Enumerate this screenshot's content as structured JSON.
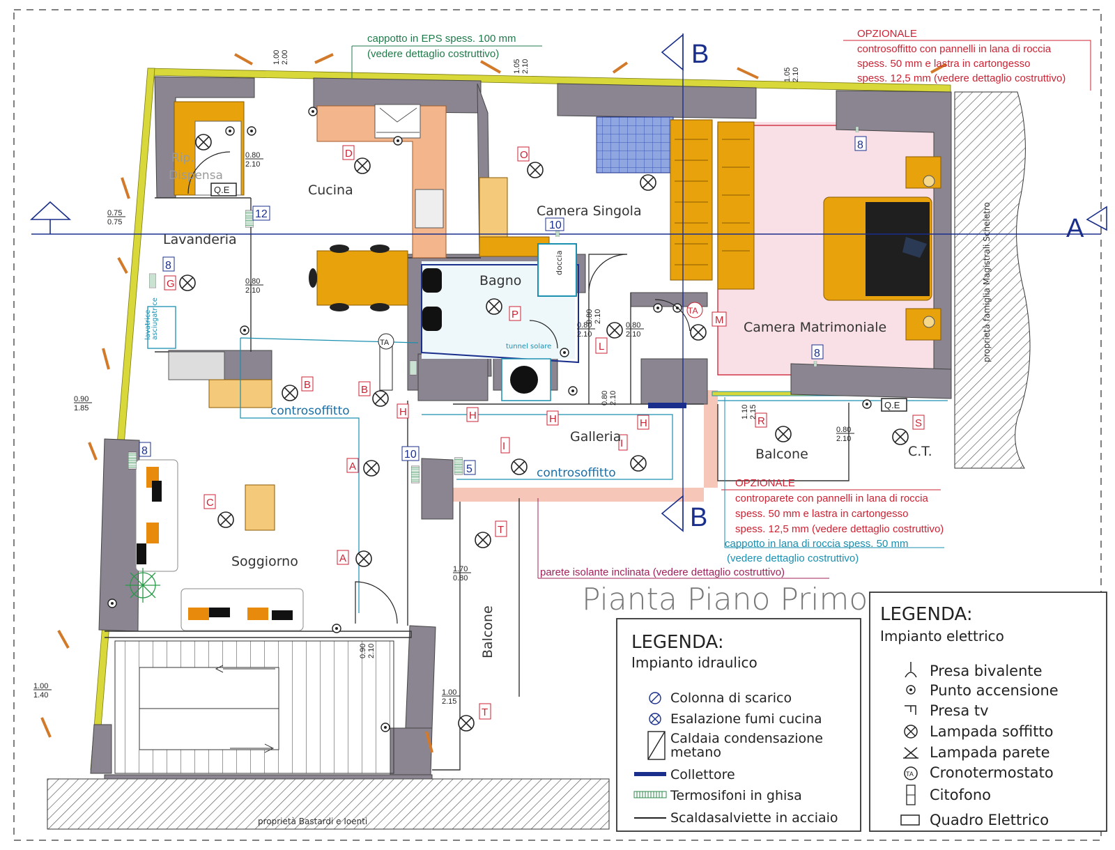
{
  "title": "Pianta Piano Primo",
  "rooms": {
    "dispensa": "Rip.\nDispensa",
    "cucina": "Cucina",
    "lavanderia": "Lavanderia",
    "camera_singola": "Camera Singola",
    "bagno": "Bagno",
    "doccia": "doccia",
    "camera_matrimoniale": "Camera Matrimoniale",
    "galleria": "Galleria",
    "balcone_est": "Balcone",
    "ct": "C.T.",
    "soggiorno": "Soggiorno",
    "balcone_sud": "Balcone",
    "lavatrice": "lavatrice\nasciugatrice",
    "tunnel": "tunnel solare",
    "qe": "Q.E"
  },
  "labels": {
    "controsoffitto": "controsoffitto",
    "proprieta_est": "proprietà famiglia Magistrali Scheletro",
    "proprieta_sud": "proprietà Bastardi e Ioenti"
  },
  "notes": {
    "cappotto_eps_1": "cappotto in EPS spess. 100 mm",
    "cappotto_eps_2": "(vedere dettaglio costruttivo)",
    "opz1_title": "OPZIONALE",
    "opz1_l1": "controsoffitto con pannelli in lana di roccia",
    "opz1_l2": "spess. 50 mm e lastra in cartongesso",
    "opz1_l3": "spess. 12,5 mm (vedere dettaglio costruttivo)",
    "opz2_title": "OPZIONALE",
    "opz2_l1": "controparete con pannelli in lana di roccia",
    "opz2_l2": "spess. 50 mm e lastra in cartongesso",
    "opz2_l3": "spess. 12,5 mm (vedere dettaglio costruttivo)",
    "cappotto_roccia_1": "cappotto in lana di roccia spess. 50 mm",
    "cappotto_roccia_2": "(vedere dettaglio costruttivo)",
    "parete_isolante": "parete isolante inclinata (vedere dettaglio costruttivo)"
  },
  "sections": {
    "a": "A",
    "b": "B"
  },
  "dimensions": {
    "d1": [
      "1.00",
      "2.00"
    ],
    "d2": [
      "1.05",
      "2.10"
    ],
    "d3": [
      "1.05",
      "2.10"
    ],
    "d4": [
      "0.80",
      "2.10"
    ],
    "d5": [
      "0.75",
      "0.75"
    ],
    "d6": [
      "0.80",
      "2.10"
    ],
    "d7": [
      "0.80",
      "2.10"
    ],
    "d8": [
      "0.80",
      "2.10"
    ],
    "d9": [
      "0.80",
      "2.10"
    ],
    "d10": [
      "0.90",
      "1.85"
    ],
    "d11": [
      "0.80",
      "2.10"
    ],
    "d12": [
      "1.10",
      "2.15"
    ],
    "d13": [
      "0.80",
      "2.10"
    ],
    "d14": [
      "1.70",
      "0.80"
    ],
    "d15": [
      "0.90",
      "2.10"
    ],
    "d16": [
      "1.00",
      "1.40"
    ],
    "d17": [
      "1.00",
      "2.15"
    ]
  },
  "codes": {
    "D": "D",
    "O": "O",
    "G": "G",
    "P": "P",
    "TA": "TA",
    "M": "M",
    "L": "L",
    "B": "B",
    "H": "H",
    "I": "I",
    "R": "R",
    "S": "S",
    "A": "A",
    "C": "C",
    "T": "T"
  },
  "radiators": {
    "r12": "12",
    "r10a": "10",
    "r8a": "8",
    "r8b": "8",
    "r8c": "8",
    "r8d": "8",
    "r10b": "10",
    "r5": "5"
  },
  "legend_idraulico": {
    "title": "LEGENDA:",
    "subtitle": "Impianto idraulico",
    "items": [
      {
        "icon": "colonna-scarico-icon",
        "label": "Colonna di scarico"
      },
      {
        "icon": "esalazione-icon",
        "label": "Esalazione fumi cucina"
      },
      {
        "icon": "caldaia-icon",
        "label": "Caldaia condensazione\nmetano"
      },
      {
        "icon": "collettore-icon",
        "label": "Collettore"
      },
      {
        "icon": "termosifone-icon",
        "label": "Termosifoni in ghisa"
      },
      {
        "icon": "scaldasalviette-icon",
        "label": "Scaldasalviette in acciaio"
      }
    ]
  },
  "legend_elettrico": {
    "title": "LEGENDA:",
    "subtitle": "Impianto elettrico",
    "items": [
      {
        "icon": "presa-bivalente-icon",
        "label": "Presa bivalente"
      },
      {
        "icon": "punto-accensione-icon",
        "label": "Punto accensione"
      },
      {
        "icon": "presa-tv-icon",
        "label": "Presa tv"
      },
      {
        "icon": "lampada-soffitto-icon",
        "label": "Lampada soffitto"
      },
      {
        "icon": "lampada-parete-icon",
        "label": "Lampada parete"
      },
      {
        "icon": "cronotermostato-icon",
        "label": "Cronotermostato"
      },
      {
        "icon": "citofono-icon",
        "label": "Citofono"
      },
      {
        "icon": "quadro-elettrico-icon",
        "label": "Quadro Elettrico"
      }
    ]
  },
  "colors": {
    "wall": "#8a8590",
    "insulation": "#d8d83a",
    "furniture": "#e8a20c",
    "bedroom": "#f9dfe6",
    "kitchen": "#f3b58c",
    "red": "#cc2233",
    "blue": "#1a2f8c",
    "teal": "#1a8fb0",
    "magenta": "#a0205a",
    "green": "#1f7a4a"
  }
}
